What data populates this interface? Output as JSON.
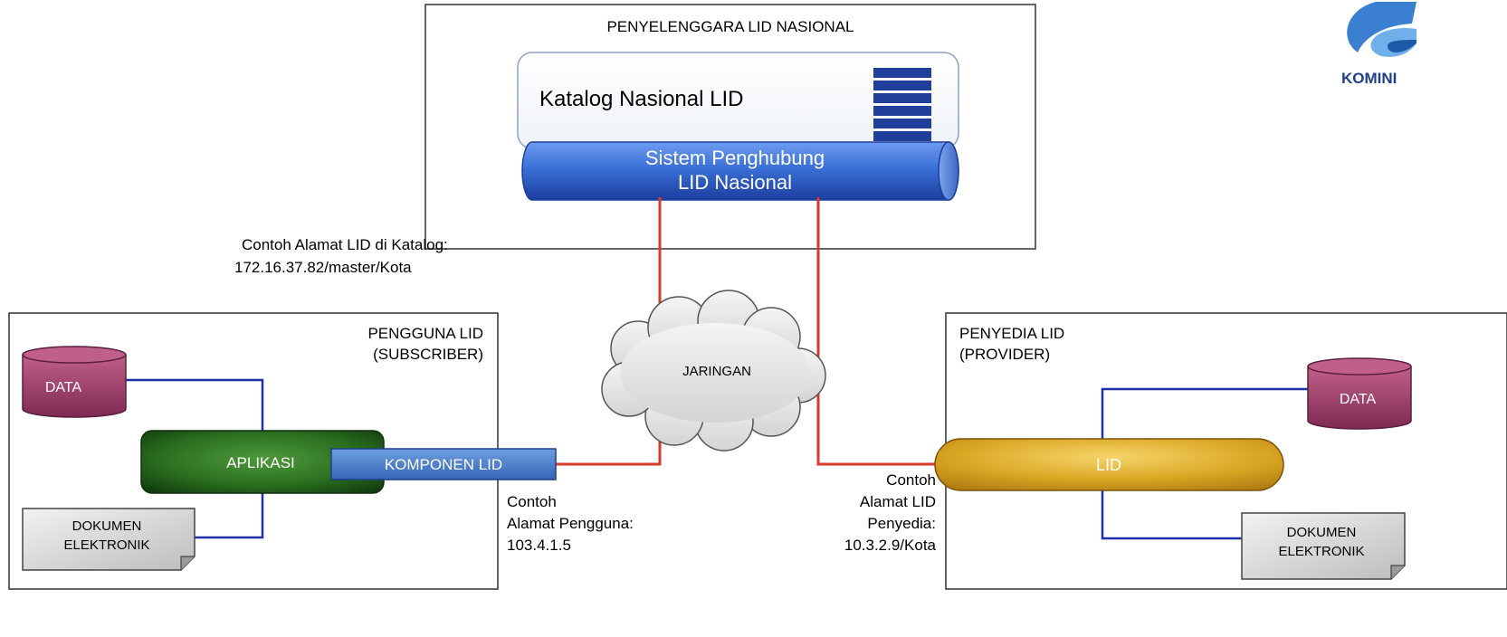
{
  "logo": {
    "text": "KOMINI"
  },
  "national": {
    "title": "PENYELENGGARA LID NASIONAL",
    "catalog": "Katalog Nasional LID",
    "bus_line1": "Sistem Penghubung",
    "bus_line2": "LID Nasional"
  },
  "catalog_example": {
    "line1": "Contoh Alamat LID  di Katalog:",
    "line2": "172.16.37.82/master/Kota"
  },
  "network": {
    "label": "JARINGAN"
  },
  "subscriber": {
    "title_line1": "PENGGUNA LID",
    "title_line2": "(SUBSCRIBER)",
    "data": "DATA",
    "app": "APLIKASI",
    "component": "KOMPONEN LID",
    "doc_line1": "DOKUMEN",
    "doc_line2": "ELEKTRONIK",
    "addr_line1": "Contoh",
    "addr_line2": "Alamat Pengguna:",
    "addr_line3": "103.4.1.5"
  },
  "provider": {
    "title_line1": "PENYEDIA LID",
    "title_line2": "(PROVIDER)",
    "data": "DATA",
    "lid": "LID",
    "doc_line1": "DOKUMEN",
    "doc_line2": "ELEKTRONIK",
    "addr_line1": "Contoh",
    "addr_line2": "Alamat LID",
    "addr_line3": "Penyedia:",
    "addr_line4": "10.3.2.9/Kota"
  },
  "colors": {
    "red_link": "#d83a2c",
    "blue_link": "#1f2fa8",
    "bus_blue": "#2f63c9",
    "app_green": "#1f6a1a",
    "lid_gold": "#d8a51f",
    "data_purple": "#a0406a"
  }
}
